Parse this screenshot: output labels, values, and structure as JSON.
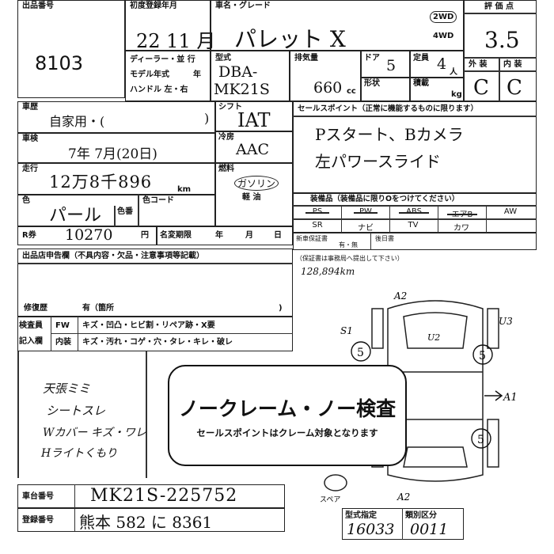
{
  "header": {
    "lot_label": "出品番号",
    "lot_number": "8103",
    "first_reg_label": "初度登録年月",
    "first_reg_value": "22 11 月",
    "car_name_label": "車名・グレード",
    "car_name_value": "パレット X",
    "drive_2wd": "2WD",
    "drive_4wd": "4WD",
    "eval_label": "評 価 点",
    "eval_value": "3.5",
    "exterior_label": "外 装",
    "interior_label": "内 装",
    "exterior_grade": "C",
    "interior_grade": "C"
  },
  "specs": {
    "dealer_label": "ディーラー・並 行",
    "model_year_label": "モデル年式",
    "model_year_unit": "年",
    "handle_label": "ハンドル 左・右",
    "type_label": "型式",
    "type_value_1": "DBA-",
    "type_value_2": "MK21S",
    "displacement_label": "排気量",
    "displacement_value": "660",
    "displacement_unit": "cc",
    "doors_label": "ドア",
    "doors_value": "5",
    "capacity_label": "定員",
    "capacity_value": "4",
    "capacity_unit": "人",
    "shape_label": "形状",
    "load_label": "積載",
    "load_unit": "kg"
  },
  "left_col": {
    "usage_label": "車歴",
    "usage_value": "自家用・(",
    "usage_close": ")",
    "inspection_label": "車検",
    "inspection_value": "7年 7月(20日)",
    "mileage_label": "走行",
    "mileage_value": "12万8千896",
    "mileage_unit": "km",
    "color_label": "色",
    "color_value": "パール",
    "color_no_label": "色番",
    "color_code_label": "色コード",
    "shift_label": "シフト",
    "shift_value": "IAT",
    "ac_label": "冷房",
    "ac_value": "AAC",
    "fuel_label": "燃料",
    "fuel_value": "ガソリン",
    "fuel_other": "軽 油",
    "recycle_label": "R券",
    "recycle_value": "10270",
    "recycle_unit": "円",
    "tax_label": "名変期限",
    "tax_unit_y": "年",
    "tax_unit_m": "月",
    "tax_unit_d": "日"
  },
  "sales_points": {
    "header": "セールスポイント（正常に機能するものに限ります）",
    "line1": "Pスタート、Bカメラ",
    "line2": "左パワースライド"
  },
  "equipment": {
    "header": "装備品（装備品に限りOをつけてください）",
    "row1": [
      "PS",
      "PW",
      "ABS",
      "エアB",
      "AW"
    ],
    "row2": [
      "SR",
      "ナビ",
      "TV",
      "カワ",
      ""
    ]
  },
  "owner": {
    "new_car_label": "新車保証書",
    "new_car_value": "有・無",
    "back_label": "後日書",
    "recycle_note": "（保証書は事務局へ提出して下さい）",
    "odo_note": "128,894km"
  },
  "remarks": {
    "header": "出品店申告欄（不具内容・欠品・注意事項等記載）",
    "repair_label": "修復歴",
    "repair_value": "有（箇所",
    "repair_close": ")",
    "check_label": "検査員",
    "entry_label": "記入欄",
    "fw_label": "FW",
    "fw_items": "キズ・凹凸・ヒビ割・リペア跡・X要",
    "inner_label": "内装",
    "inner_items": "キズ・汚れ・コゲ・穴・タレ・キレ・破レ",
    "note1": "天張ミミ",
    "note2": "シートスレ",
    "note3": "Wカバー キズ・ワレ",
    "note4": "Hライトくもり"
  },
  "notice": {
    "title": "ノークレーム・ノー検査",
    "subtitle": "セールスポイントはクレーム対象となります"
  },
  "diagram": {
    "marks": [
      "A2",
      "S1",
      "U2",
      "U3",
      "A1",
      "A2"
    ],
    "wheel_mark": "5",
    "spare_label": "スペア"
  },
  "footer": {
    "chassis_label": "車台番号",
    "chassis_value": "MK21S-225752",
    "reg_label": "登録番号",
    "reg_value": "熊本 582 に 8361",
    "cert_label": "型式指定",
    "cert_value": "16033",
    "class_label": "類別区分",
    "class_value": "0011"
  }
}
